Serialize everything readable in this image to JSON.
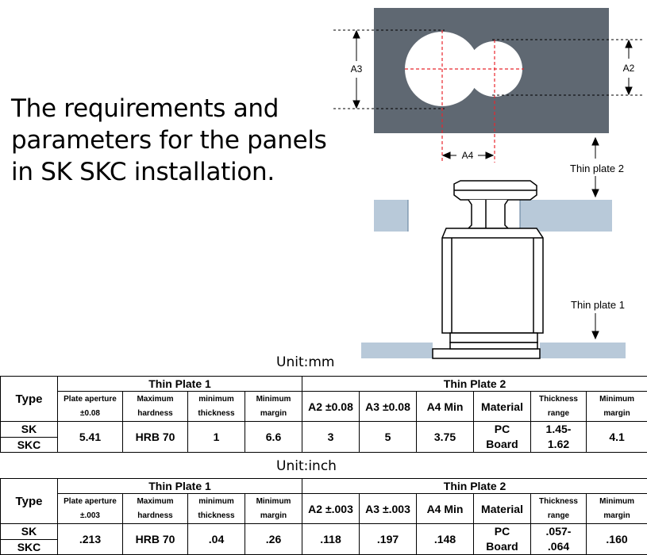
{
  "headline": {
    "lines": [
      "The requirements and",
      "parameters for the panels",
      "in SK SKC installation."
    ]
  },
  "diagram": {
    "labels": {
      "a3": "A3",
      "a2": "A2",
      "a4": "A4",
      "thin_plate_2": "Thin plate 2",
      "thin_plate_1": "Thin plate 1"
    },
    "colors": {
      "plate_dark": "#5f6872",
      "plate_light": "#b8c9d9",
      "centerline": "#e8262c"
    }
  },
  "tables": [
    {
      "unit": "Unit:mm",
      "group1": "Thin Plate 1",
      "group2": "Thin Plate 2",
      "type_header": "Type",
      "headers": [
        [
          "Plate aperture",
          "±0.08"
        ],
        [
          "Maximum",
          "hardness"
        ],
        [
          "minimum",
          "thickness"
        ],
        [
          "Minimum",
          "margin"
        ],
        [
          "A2 ±0.08"
        ],
        [
          "A3 ±0.08"
        ],
        [
          "A4 Min"
        ],
        [
          "Material"
        ],
        [
          "Thickness",
          "range"
        ],
        [
          "Minimum",
          "margin"
        ]
      ],
      "types": [
        "SK",
        "SKC"
      ],
      "values": [
        [
          "5.41"
        ],
        [
          "HRB 70"
        ],
        [
          "1"
        ],
        [
          "6.6"
        ],
        [
          "3"
        ],
        [
          "5"
        ],
        [
          "3.75"
        ],
        [
          "PC",
          "Board"
        ],
        [
          "1.45-",
          "1.62"
        ],
        [
          "4.1"
        ]
      ]
    },
    {
      "unit": "Unit:inch",
      "group1": "Thin Plate 1",
      "group2": "Thin Plate 2",
      "type_header": "Type",
      "headers": [
        [
          "Plate aperture",
          "±.003"
        ],
        [
          "Maximum",
          "hardness"
        ],
        [
          "minimum",
          "thickness"
        ],
        [
          "Minimum",
          "margin"
        ],
        [
          "A2 ±.003"
        ],
        [
          "A3 ±.003"
        ],
        [
          "A4 Min"
        ],
        [
          "Material"
        ],
        [
          "Thickness",
          "range"
        ],
        [
          "Minimum",
          "margin"
        ]
      ],
      "types": [
        "SK",
        "SKC"
      ],
      "values": [
        [
          ".213"
        ],
        [
          "HRB 70"
        ],
        [
          ".04"
        ],
        [
          ".26"
        ],
        [
          ".118"
        ],
        [
          ".197"
        ],
        [
          ".148"
        ],
        [
          "PC",
          "Board"
        ],
        [
          ".057-",
          ".064"
        ],
        [
          ".160"
        ]
      ]
    }
  ]
}
